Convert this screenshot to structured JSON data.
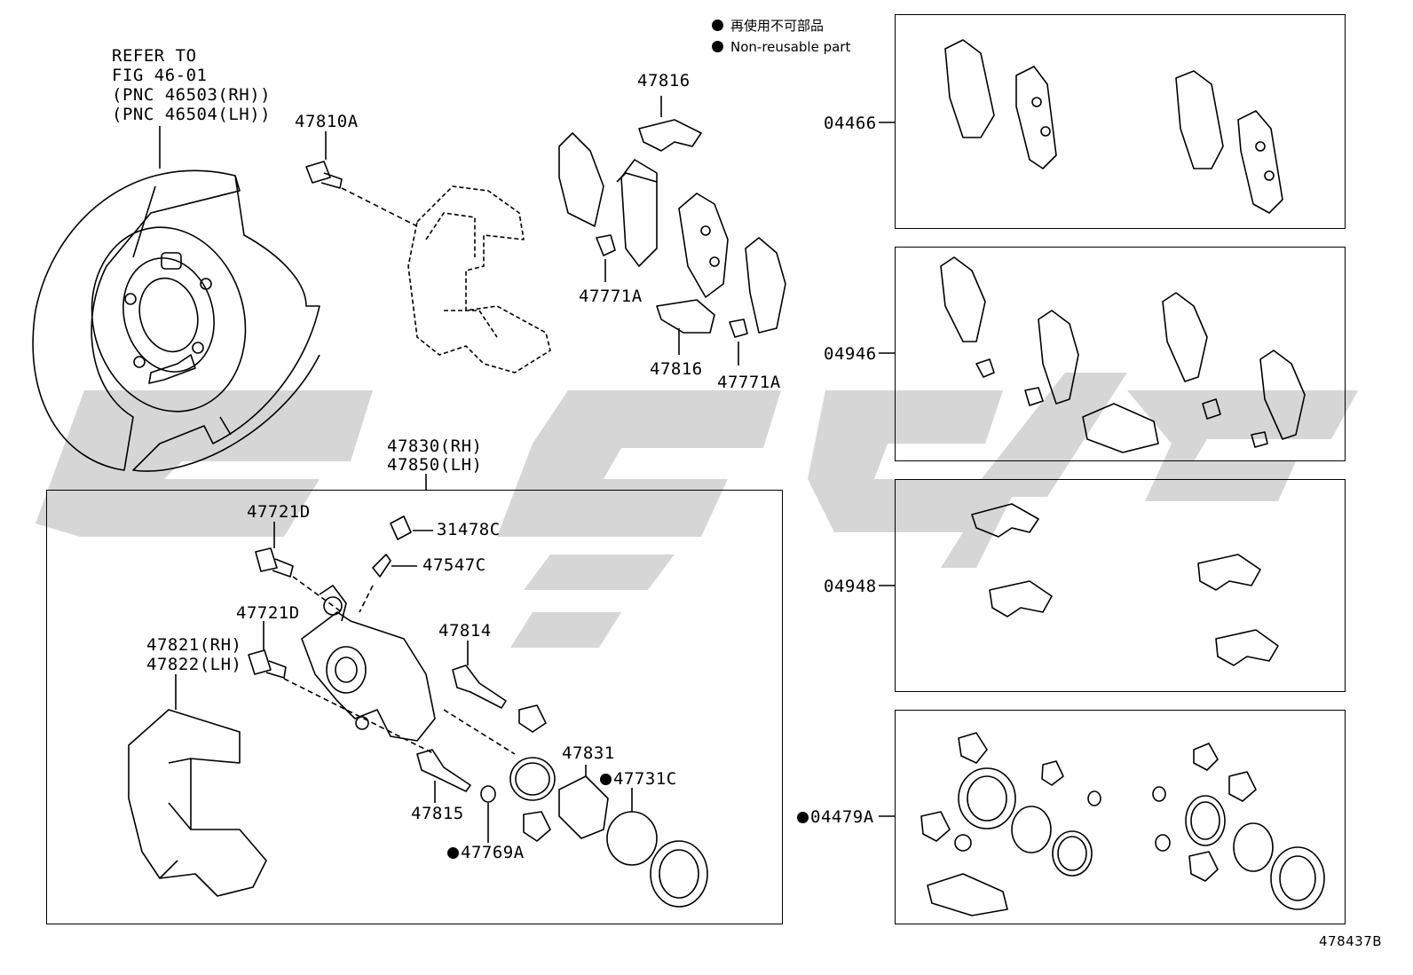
{
  "legend": {
    "jp": "再使用不可部品",
    "en": "Non-reusable part"
  },
  "refer": {
    "line1": "REFER TO",
    "line2": "FIG 46-01",
    "line3": "(PNC 46503(RH))",
    "line4": "(PNC 46504(LH))"
  },
  "labels": {
    "p47810A": "47810A",
    "p47816_top": "47816",
    "p47771A_left": "47771A",
    "p47816_bot": "47816",
    "p47771A_right": "47771A",
    "p47830": "47830(RH)",
    "p47850": "47850(LH)",
    "p47721D_top": "47721D",
    "p31478C": "31478C",
    "p47547C": "47547C",
    "p47721D_mid": "47721D",
    "p47814": "47814",
    "p47821": "47821(RH)",
    "p47822": "47822(LH)",
    "p47831": "47831",
    "p47731C": "47731C",
    "p47815": "47815",
    "p47769A": "47769A",
    "p04466": "04466",
    "p04946": "04946",
    "p04948": "04948",
    "p04479A": "04479A",
    "code": "478437B"
  },
  "colors": {
    "line": "#000000",
    "watermark": "#d4d4d4",
    "background": "#ffffff"
  }
}
